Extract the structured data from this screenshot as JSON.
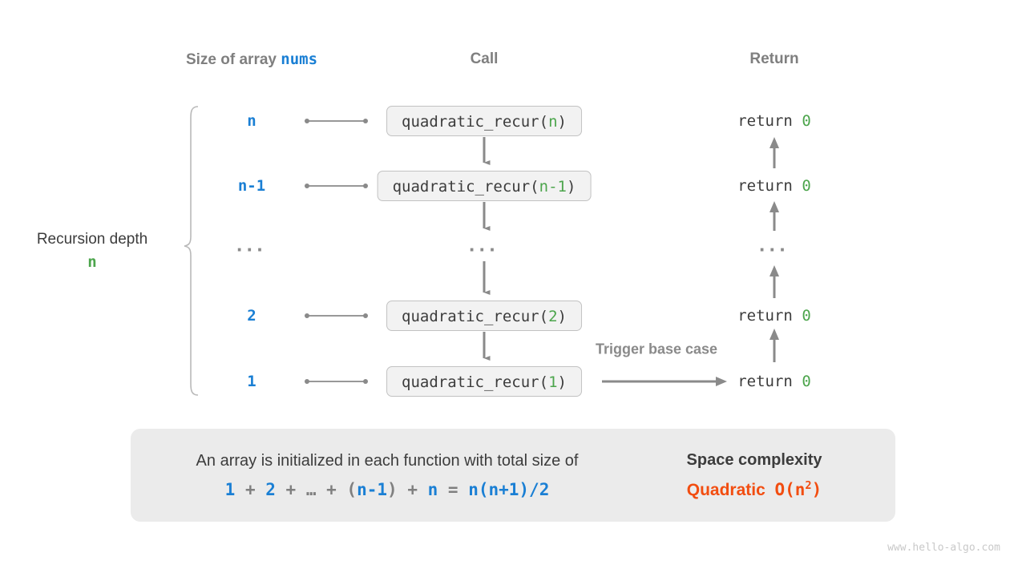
{
  "diagram": {
    "title": "Quadratic space complexity recursion diagram",
    "headers": {
      "size": "Size of array",
      "size_var": "nums",
      "call": "Call",
      "return": "Return"
    },
    "depth": {
      "label": "Recursion depth",
      "value": "n"
    },
    "rows": [
      {
        "size": "n",
        "call_name": "quadratic_recur(",
        "call_arg": "n",
        "call_close": ")",
        "ret_kw": "return ",
        "ret_val": "0"
      },
      {
        "size": "n-1",
        "call_name": "quadratic_recur(",
        "call_arg": "n-1",
        "call_close": ")",
        "ret_kw": "return ",
        "ret_val": "0"
      },
      {
        "size": "···",
        "call_name": "···",
        "call_arg": "",
        "call_close": "",
        "ret_kw": "···",
        "ret_val": ""
      },
      {
        "size": "2",
        "call_name": "quadratic_recur(",
        "call_arg": "2",
        "call_close": ")",
        "ret_kw": "return ",
        "ret_val": "0"
      },
      {
        "size": "1",
        "call_name": "quadratic_recur(",
        "call_arg": "1",
        "call_close": ")",
        "ret_kw": "return ",
        "ret_val": "0"
      }
    ],
    "note": "Trigger base case",
    "summary": {
      "text": "An array is initialized in each function with total size of",
      "formula": [
        {
          "t": "1",
          "c": "blue"
        },
        {
          "t": " + ",
          "c": "gray"
        },
        {
          "t": "2",
          "c": "blue"
        },
        {
          "t": " + ",
          "c": "gray"
        },
        {
          "t": "…",
          "c": "gray"
        },
        {
          "t": " + ",
          "c": "gray"
        },
        {
          "t": "(",
          "c": "gray"
        },
        {
          "t": "n-1",
          "c": "blue"
        },
        {
          "t": ")",
          "c": "gray"
        },
        {
          "t": " + ",
          "c": "gray"
        },
        {
          "t": "n",
          "c": "blue"
        },
        {
          "t": " = ",
          "c": "gray"
        },
        {
          "t": "n(n+1)/2",
          "c": "blue"
        }
      ],
      "result_title": "Space complexity",
      "result_kind": "Quadratic",
      "result_big_o": "O(n",
      "result_exp": "2",
      "result_big_o_close": ")"
    },
    "watermark": "www.hello-algo.com",
    "colors": {
      "blue": "#1a7fd4",
      "green": "#4ca54c",
      "gray": "#7f7f7f",
      "dark": "#3c3c3c",
      "orange": "#f24d10",
      "box_fill": "#f2f2f2",
      "box_border": "#c2c2c2",
      "panel_bg": "#ebebeb",
      "arrow": "#8a8a8a"
    }
  }
}
